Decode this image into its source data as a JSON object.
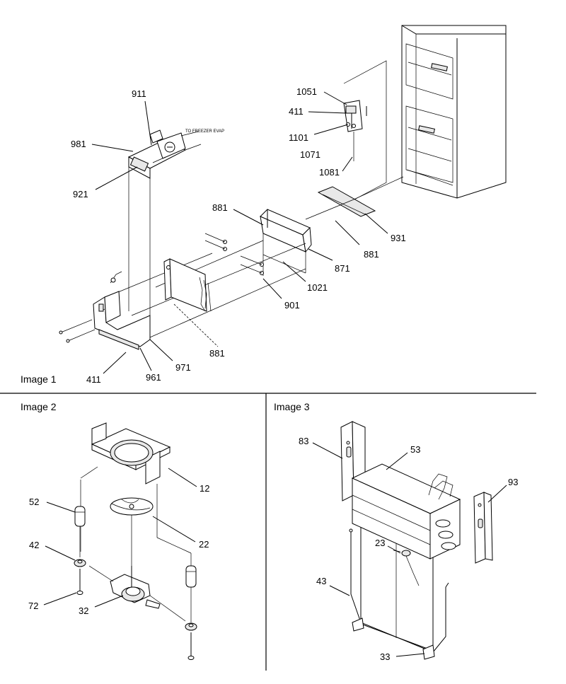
{
  "panels": {
    "image1": {
      "title": "Image 1"
    },
    "image2": {
      "title": "Image 2"
    },
    "image3": {
      "title": "Image 3"
    }
  },
  "note": {
    "freezer_text": "TO FREEZER EVAP"
  },
  "callouts": {
    "c911": "911",
    "c981": "981",
    "c921": "921",
    "c1051": "1051",
    "c411a": "411",
    "c1101": "1101",
    "c1071": "1071",
    "c1081": "1081",
    "c881a": "881",
    "c931": "931",
    "c881b": "881",
    "c871": "871",
    "c1021": "1021",
    "c901": "901",
    "c881c": "881",
    "c971": "971",
    "c961": "961",
    "c411b": "411",
    "c12": "12",
    "c52": "52",
    "c22": "22",
    "c42": "42",
    "c72": "72",
    "c32": "32",
    "c83": "83",
    "c53": "53",
    "c93": "93",
    "c23": "23",
    "c43": "43",
    "c33": "33"
  }
}
